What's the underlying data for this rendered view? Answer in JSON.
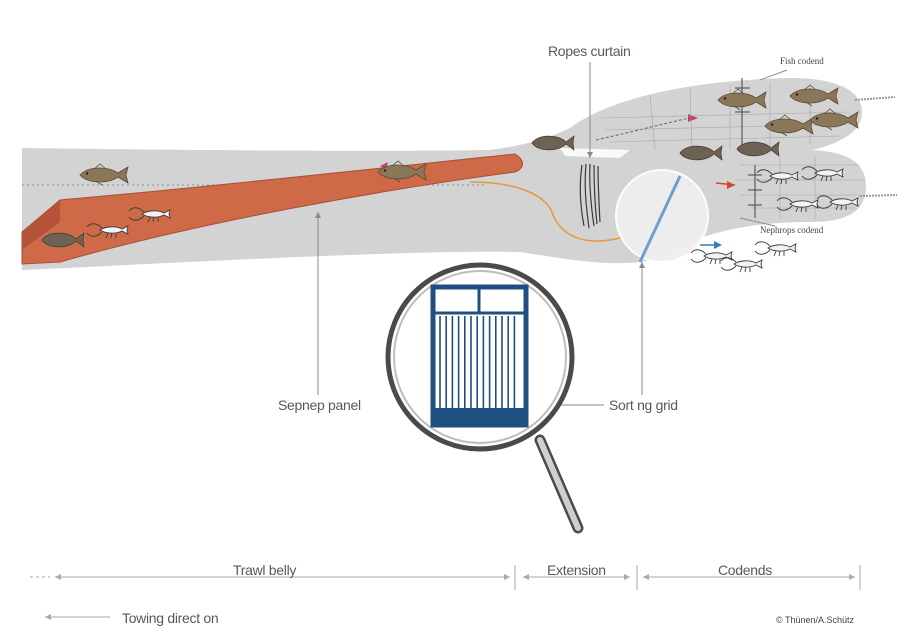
{
  "labels": {
    "ropes_curtain": "Ropes curtain",
    "fish_codend": "Fish codend",
    "nephrops_codend": "Nephrops codend",
    "sepnep_panel": "Sepnep panel",
    "sorting_grid": "Sort ng grid",
    "trawl_belly": "Trawl belly",
    "extension": "Extension",
    "codends": "Codends",
    "towing_direction": "Towing direct on",
    "credit": "© Thünen/A.Schütz"
  },
  "colors": {
    "net": "#d3d3d3",
    "panel": "#d06a49",
    "panel_dark": "#b4533a",
    "grid_blue": "#2f5f8f",
    "orange_path": "#e8983a",
    "label_text": "#555a5e"
  },
  "icons": [
    "cod-fish-icon",
    "flatfish-icon",
    "nephrops-icon",
    "magnifier-icon"
  ]
}
